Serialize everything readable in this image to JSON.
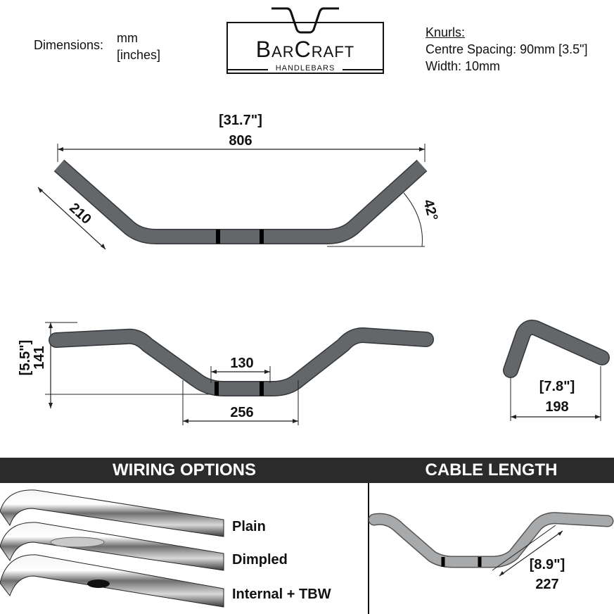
{
  "dimensions_legend": {
    "label": "Dimensions:",
    "unit_mm": "mm",
    "unit_inches": "[inches]"
  },
  "logo": {
    "brand": "BarCraft",
    "subtitle": "HANDLEBARS"
  },
  "knurls": {
    "heading": "Knurls:",
    "spacing": "Centre Spacing: 90mm [3.5\"]",
    "width": "Width: 10mm"
  },
  "top_view": {
    "width_in": "[31.7\"]",
    "width_mm": "806",
    "rise_mm": "210",
    "angle": "42°"
  },
  "front_view": {
    "height_in": "[5.5\"]",
    "height_mm": "141",
    "center_mm": "130",
    "base_mm": "256"
  },
  "side_view": {
    "pullback_in": "[7.8\"]",
    "pullback_mm": "198"
  },
  "wiring": {
    "title": "WIRING OPTIONS",
    "options": [
      "Plain",
      "Dimpled",
      "Internal + TBW"
    ]
  },
  "cable": {
    "title": "CABLE LENGTH",
    "length_in": "[8.9\"]",
    "length_mm": "227"
  },
  "colors": {
    "bar": "#5a5d60",
    "band": "#2b2b2b",
    "cable_bar": "#a7a9ab"
  }
}
